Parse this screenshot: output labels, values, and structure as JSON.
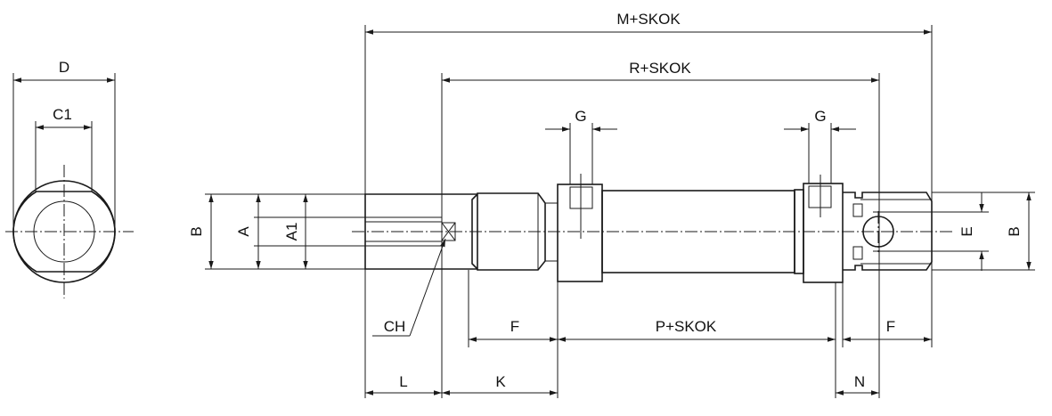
{
  "labels": {
    "M_SKOK": "M+SKOK",
    "R_SKOK": "R+SKOK",
    "P_SKOK": "P+SKOK",
    "D": "D",
    "C1": "C1",
    "G_left": "G",
    "G_right": "G",
    "B_left": "B",
    "A": "A",
    "A1": "A1",
    "E": "E",
    "B_right": "B",
    "CH": "CH",
    "F_left": "F",
    "F_right": "F",
    "L": "L",
    "K": "K",
    "N": "N"
  }
}
